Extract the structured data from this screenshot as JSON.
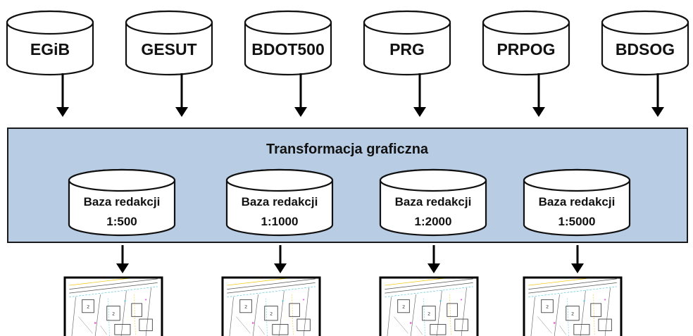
{
  "sources": [
    {
      "label": "EGiB"
    },
    {
      "label": "GESUT"
    },
    {
      "label": "BDOT500"
    },
    {
      "label": "PRG"
    },
    {
      "label": "PRPOG"
    },
    {
      "label": "BDSOG"
    }
  ],
  "panel": {
    "title": "Transformacja graficzna",
    "fill_color": "#b8cce4",
    "border_color": "#1a1a1a"
  },
  "editorial_bases": [
    {
      "line1": "Baza redakcji",
      "line2": "1:500"
    },
    {
      "line1": "Baza redakcji",
      "line2": "1:1000"
    },
    {
      "line1": "Baza redakcji",
      "line2": "1:2000"
    },
    {
      "line1": "Baza redakcji",
      "line2": "1:5000"
    }
  ],
  "outputs": [
    {
      "icon": "map-sheet-thumbnail"
    },
    {
      "icon": "map-sheet-thumbnail"
    },
    {
      "icon": "map-sheet-thumbnail"
    },
    {
      "icon": "map-sheet-thumbnail"
    }
  ]
}
